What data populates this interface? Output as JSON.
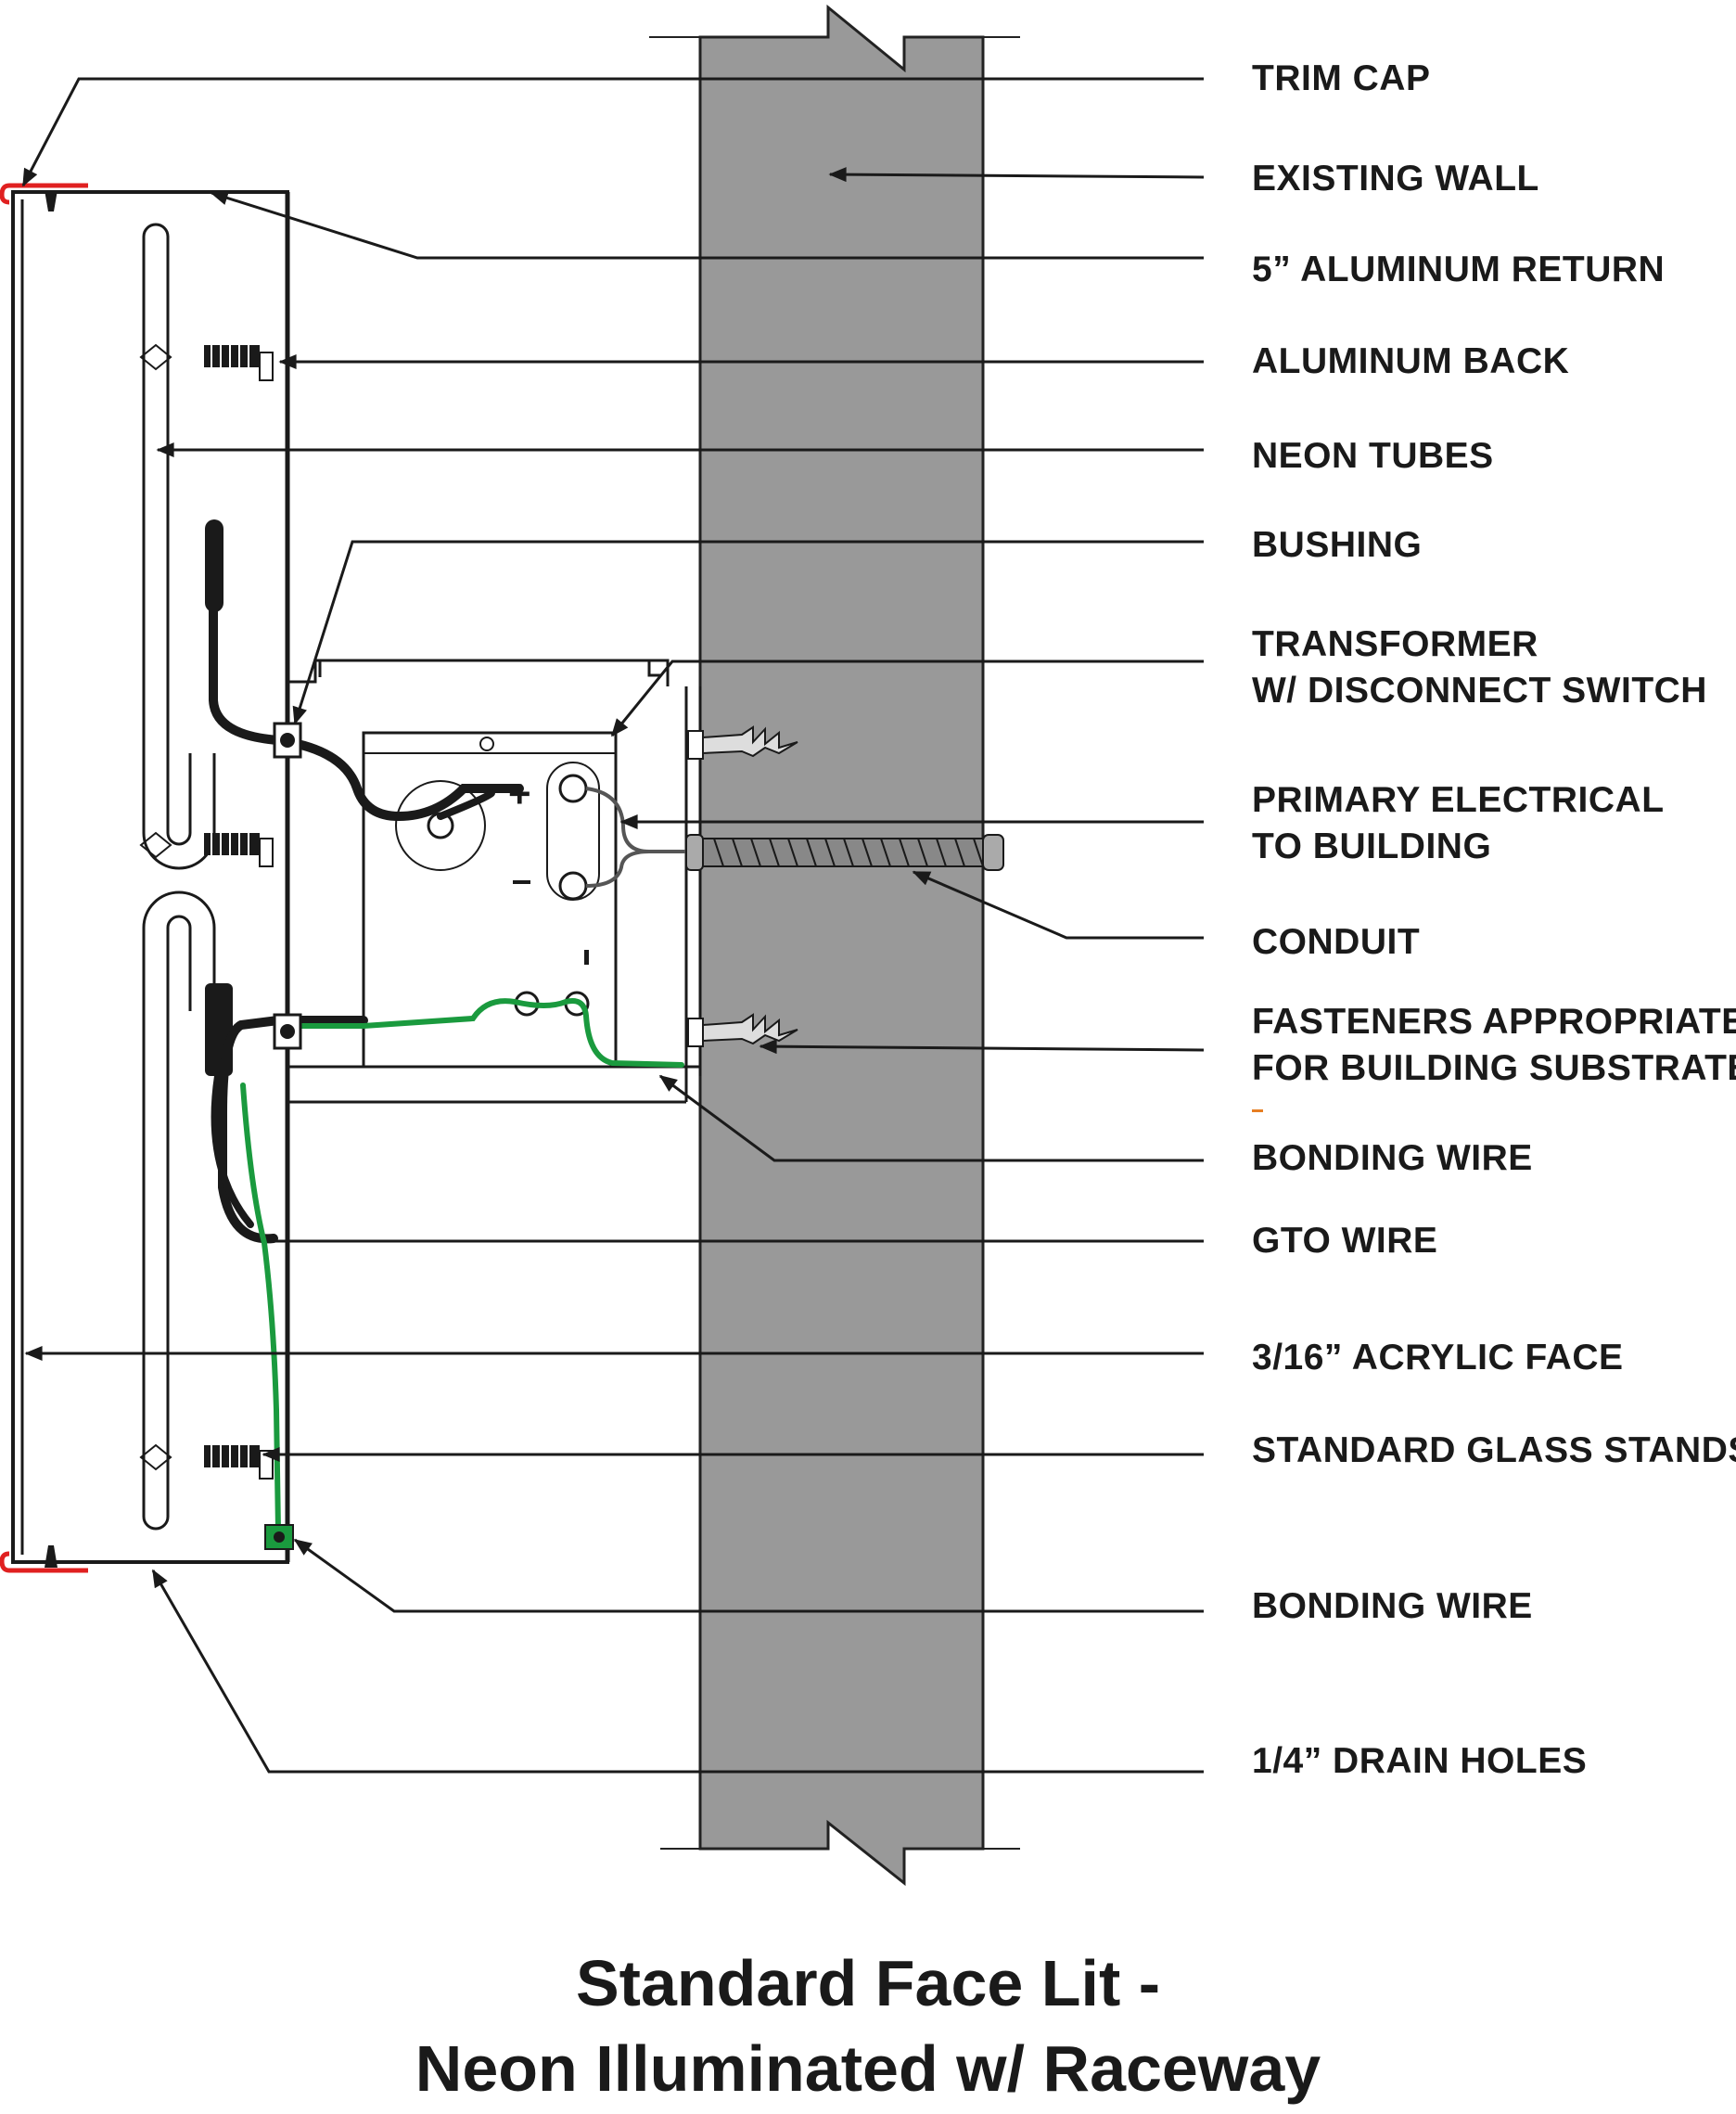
{
  "title": {
    "line1": "Standard Face Lit -",
    "line2": "Neon Illuminated w/ Raceway"
  },
  "labels": {
    "trim_cap": "TRIM CAP",
    "existing_wall": "EXISTING WALL",
    "aluminum_return": "5” ALUMINUM RETURN",
    "aluminum_back": "ALUMINUM BACK",
    "neon_tubes": "NEON TUBES",
    "bushing": "BUSHING",
    "transformer_1": "TRANSFORMER",
    "transformer_2": "W/ DISCONNECT SWITCH",
    "primary_1": "PRIMARY ELECTRICAL",
    "primary_2": "TO BUILDING",
    "conduit": "CONDUIT",
    "fasteners_1": "FASTENERS APPROPRIATE",
    "fasteners_2": "FOR BUILDING SUBSTRATE",
    "bonding_wire_1": "BONDING WIRE",
    "gto_wire": "GTO WIRE",
    "acrylic_face": "3/16” ACRYLIC FACE",
    "glass_stands": "STANDARD GLASS STANDS",
    "bonding_wire_2": "BONDING WIRE",
    "drain_holes": "1/4” DRAIN HOLES"
  },
  "colors": {
    "wall": "#999999",
    "bonding_wire": "#1a9a3e",
    "trim_cap": "#e02020",
    "ink": "#1a1a1a"
  },
  "symbols": {
    "plus": "+",
    "minus": "−"
  }
}
